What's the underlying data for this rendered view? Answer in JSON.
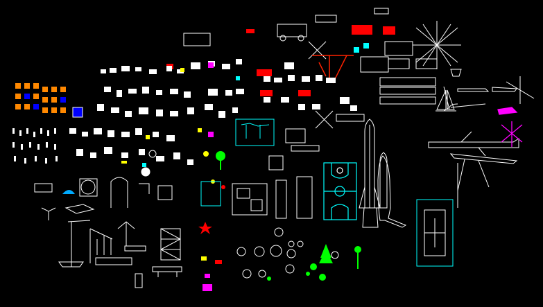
{
  "viewer": {
    "background": "#000000"
  },
  "palette": {
    "white": "#ffffff",
    "cyan": "#00ffff",
    "yellow": "#ffff00",
    "red": "#ff0000",
    "orange": "#ff8800",
    "magenta": "#ff00ff",
    "green": "#00ff00",
    "blue": "#0000ff"
  },
  "groups": [
    "traffic-signs",
    "people-figures",
    "furniture-blocks",
    "construction-vehicles",
    "cars",
    "trucks",
    "trains",
    "ships",
    "aircraft",
    "helicopters",
    "space-shuttle",
    "basketball-court",
    "tennis-court",
    "cranes",
    "trees",
    "scaffolding"
  ]
}
